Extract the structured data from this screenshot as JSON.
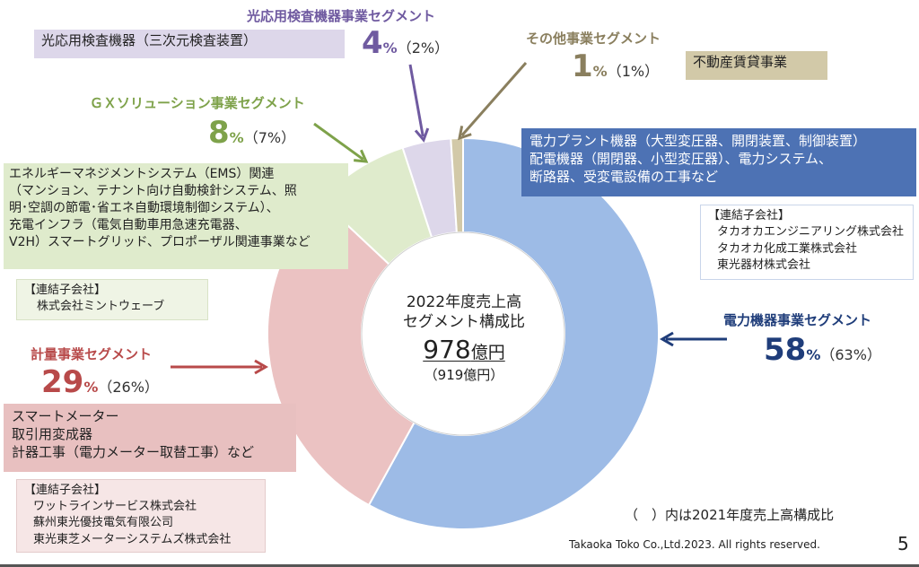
{
  "chart_data": {
    "type": "pie",
    "title": "2022年度売上高\nセグメント構成比",
    "center": {
      "line1": "2022年度売上高",
      "line2": "セグメント構成比",
      "total_value": "978",
      "total_unit": "億円",
      "prev_total": "（919億円）"
    },
    "slices": [
      {
        "name": "電力機器事業セグメント",
        "value": 58,
        "prev": 63,
        "color": "#9dbbe6"
      },
      {
        "name": "計量事業セグメント",
        "value": 29,
        "prev": 26,
        "color": "#ebc2c2"
      },
      {
        "name": "ＧＸソリューション事業セグメント",
        "value": 8,
        "prev": 7,
        "color": "#dfebcc"
      },
      {
        "name": "光応用検査機器事業セグメント",
        "value": 4,
        "prev": 2,
        "color": "#ddd7ea"
      },
      {
        "name": "その他事業セグメント",
        "value": 1,
        "prev": 1,
        "color": "#d2c9a8"
      }
    ]
  },
  "segments": {
    "denryoku": {
      "title": "電力機器事業セグメント",
      "pct": "58",
      "sym": "%",
      "prev": "（63%）",
      "color": "#1f3d7a",
      "desc": [
        "電力プラント機器（大型変圧器、開閉装置、制御装置）",
        "配電機器（開閉器、小型変圧器）、電力システム、",
        "断路器、受変電設備の工事など"
      ],
      "sub_title": "【連結子会社】",
      "subs": [
        "タカオカエンジニアリング株式会社",
        "タカオカ化成工業株式会社",
        "東光器材株式会社"
      ]
    },
    "keiryo": {
      "title": "計量事業セグメント",
      "pct": "29",
      "sym": "%",
      "prev": "（26%）",
      "color": "#b84a4a",
      "desc": [
        "スマートメーター",
        "取引用変成器",
        "計器工事（電力メーター取替工事）など"
      ],
      "sub_title": "【連結子会社】",
      "subs": [
        "ワットラインサービス株式会社",
        "蘇州東光優技電気有限公司",
        "東光東芝メーターシステムズ株式会社"
      ]
    },
    "gx": {
      "title": "ＧＸソリューション事業セグメント",
      "pct": "8",
      "sym": "%",
      "prev": "（7%）",
      "color": "#7ea24a",
      "desc": [
        "エネルギーマネジメントシステム（EMS）関連",
        "（マンション、テナント向け自動検針システム、照",
        "明･空調の節電･省エネ自動環境制御システム）、",
        "充電インフラ（電気自動車用急速充電器、",
        "V2H）スマートグリッド、プロポーザル関連事業など"
      ],
      "sub_title": "【連結子会社】",
      "subs": [
        "株式会社ミントウェーブ"
      ]
    },
    "kouou": {
      "title": "光応用検査機器事業セグメント",
      "pct": "4",
      "sym": "%",
      "prev": "（2%）",
      "color": "#6f5aa0",
      "desc": [
        "光応用検査機器（三次元検査装置）"
      ]
    },
    "sonota": {
      "title": "その他事業セグメント",
      "pct": "1",
      "sym": "%",
      "prev": "（1%）",
      "color": "#8a7f5e",
      "desc": [
        "不動産賃貸事業"
      ]
    }
  },
  "footer": {
    "note": "（　）内は2021年度売上高構成比",
    "copyright": "Takaoka Toko Co.,Ltd.2023. All rights reserved.",
    "page": "5"
  }
}
